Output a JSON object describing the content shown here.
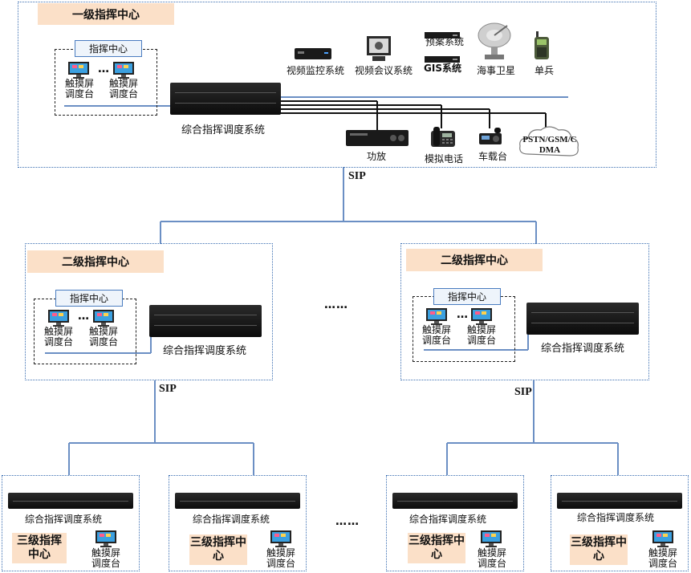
{
  "top_center": {
    "title": "一级指挥中心",
    "sub_title": "指挥中心",
    "console_line1": "触摸屏",
    "console_line2": "调度台",
    "ellipsis": "…",
    "system_label": "综合指挥调度系统",
    "devices": {
      "video_surveillance": "视频监控系统",
      "video_conference": "视频会议系统",
      "plan_system": "预案系统",
      "gis_system": "GIS系统",
      "maritime_satellite": "海事卫星",
      "single_soldier": "单兵",
      "amplifier": "功放",
      "analog_phone": "模拟电话",
      "vehicle_radio": "车载台",
      "pstn": "PSTN/GSM/CDMA"
    }
  },
  "sip_label": "SIP",
  "second_centers": [
    {
      "title": "二级指挥中心",
      "sub_title": "指挥中心",
      "console_line1": "触摸屏",
      "console_line2": "调度台",
      "ellipsis": "…",
      "system_label": "综合指挥调度系统"
    },
    {
      "title": "二级指挥中心",
      "sub_title": "指挥中心",
      "console_line1": "触摸屏",
      "console_line2": "调度台",
      "ellipsis": "…",
      "system_label": "综合指挥调度系统"
    }
  ],
  "middle_ellipsis": "……",
  "third_centers": [
    {
      "system_label": "综合指挥调度系统",
      "title": "三级指挥中心",
      "console_line1": "触摸屏",
      "console_line2": "调度台"
    },
    {
      "system_label": "综合指挥调度系统",
      "title": "三级指挥中心",
      "console_line1": "触摸屏",
      "console_line2": "调度台"
    },
    {
      "system_label": "综合指挥调度系统",
      "title": "三级指挥中心",
      "console_line1": "触摸屏",
      "console_line2": "调度台"
    },
    {
      "system_label": "综合指挥调度系统",
      "title": "三级指挥中心",
      "console_line1": "触摸屏",
      "console_line2": "调度台"
    }
  ],
  "icons": [
    "touch-monitor-icon",
    "rack-server-icon",
    "dvr-icon",
    "conference-terminal-icon",
    "satellite-dish-icon",
    "handheld-radio-icon",
    "amplifier-icon",
    "desk-phone-icon",
    "car-radio-icon",
    "cloud-icon"
  ],
  "colors": {
    "title_bg": "#fbe0c8",
    "sub_title_bg": "#eef4fb",
    "frame_border": "#3c6fb2",
    "line": "#6b8fc4"
  }
}
